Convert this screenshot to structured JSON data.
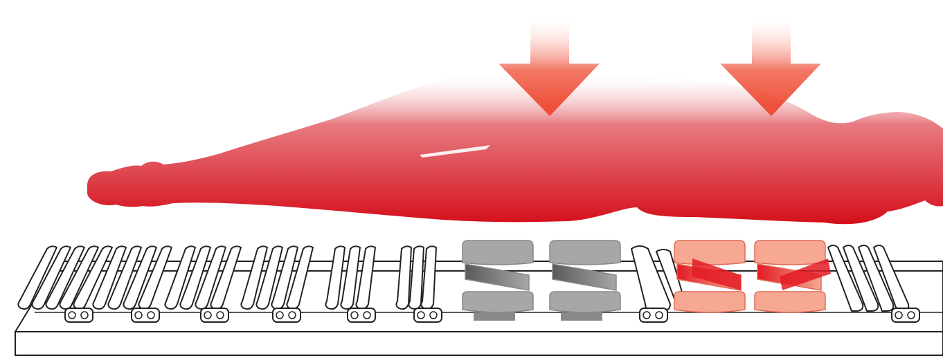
{
  "title": "",
  "colors": {
    "background": "#ffffff",
    "body_dark": "#d40f1b",
    "body_light": "#ffffff",
    "arrow_dark": "#ee4b33",
    "arrow_light": "#ffffff",
    "frame_stroke": "#222222",
    "standard_slat_fill": "#ffffff",
    "gray_zone_fill": "#a7a7a7",
    "gray_zone_dark": "#5a5a5a",
    "red_zone_light": "#f6a893",
    "red_zone_dark": "#e31b23"
  },
  "figure": {
    "subject": "person-lying-on-side",
    "pressure_arrows": 2,
    "slat_zones": [
      "standard",
      "standard",
      "standard",
      "standard",
      "standard",
      "standard",
      "gray-support",
      "gray-support",
      "shoulder-single",
      "red-support",
      "red-support",
      "standard"
    ]
  }
}
